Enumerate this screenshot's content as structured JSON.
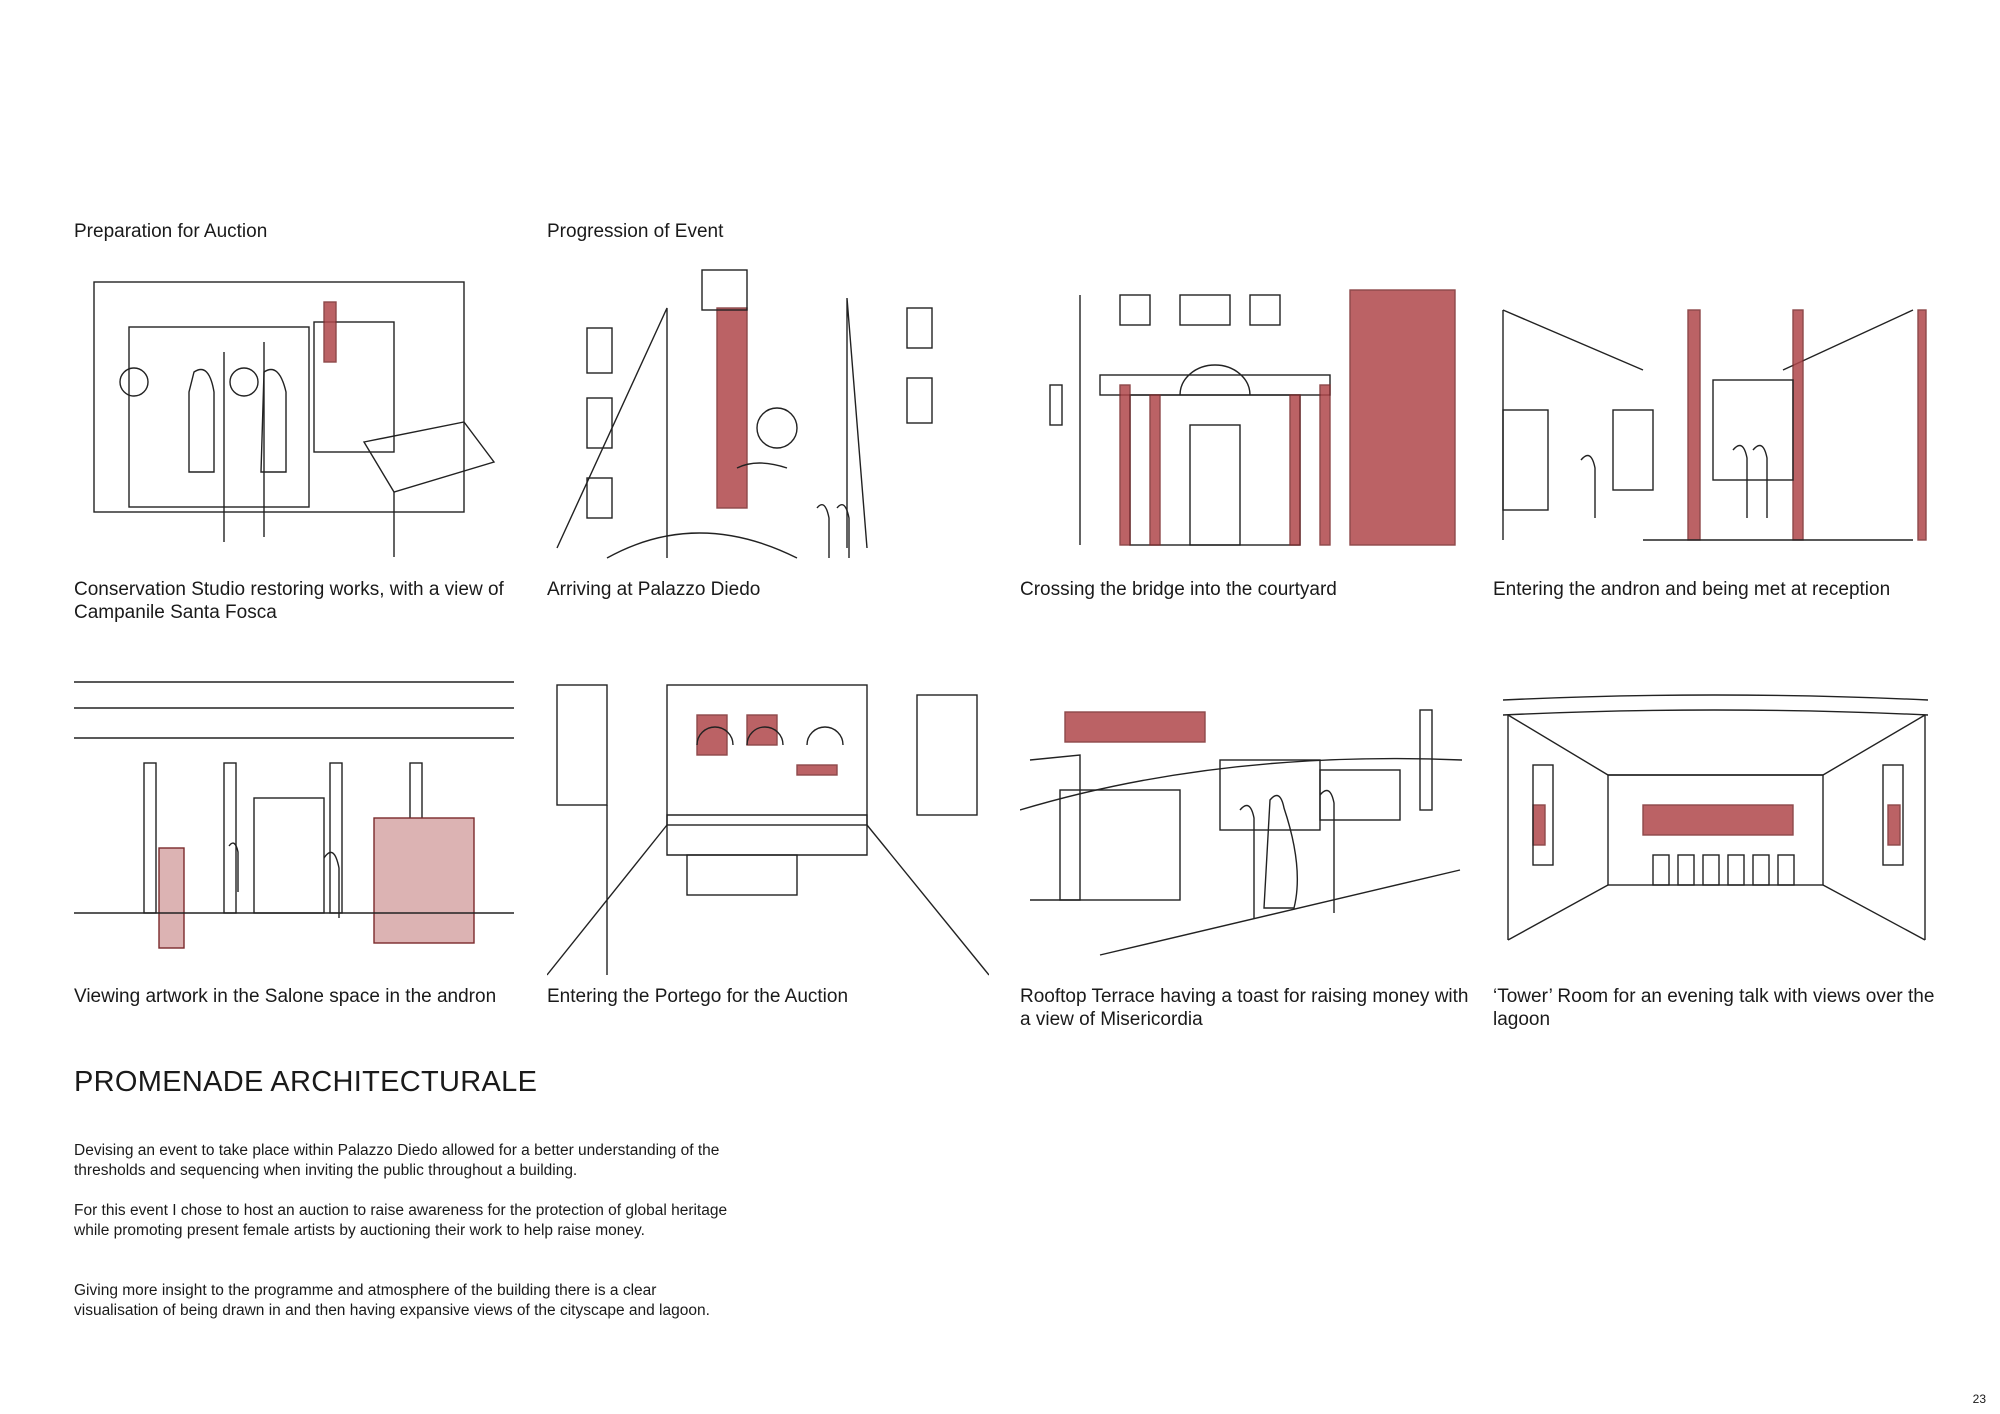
{
  "sections": {
    "preparation": "Preparation for Auction",
    "progression": "Progression of Event"
  },
  "sketches": [
    {
      "caption": "Conservation Studio restoring works, with a view of Campanile Santa Fosca"
    },
    {
      "caption": "Arriving at Palazzo Diedo"
    },
    {
      "caption": "Crossing the bridge into the courtyard"
    },
    {
      "caption": "Entering the andron and being met at reception"
    },
    {
      "caption": "Viewing artwork in the Salone space in the andron"
    },
    {
      "caption": "Entering the Portego for the Auction"
    },
    {
      "caption": "Rooftop Terrace having a toast for raising money with a view of Misericordia"
    },
    {
      "caption": "‘Tower’ Room for an evening talk with views over the lagoon"
    }
  ],
  "heading": "PROMENADE ARCHITECTURALE",
  "paragraphs": [
    "Devising an event to take place within Palazzo Diedo allowed for a better understanding of the thresholds and sequencing when inviting the public throughout a building.",
    "For this event I chose to host an auction to raise awareness for the protection of global heritage while promoting present female artists by auctioning their work to help raise money.",
    "Giving more insight to the programme and atmosphere of the building there is a clear visualisation of being drawn in and then having expansive views of the cityscape and lagoon."
  ],
  "page_number": "23",
  "colors": {
    "accent_red": "#b0474b",
    "text": "#1a1a1a"
  }
}
